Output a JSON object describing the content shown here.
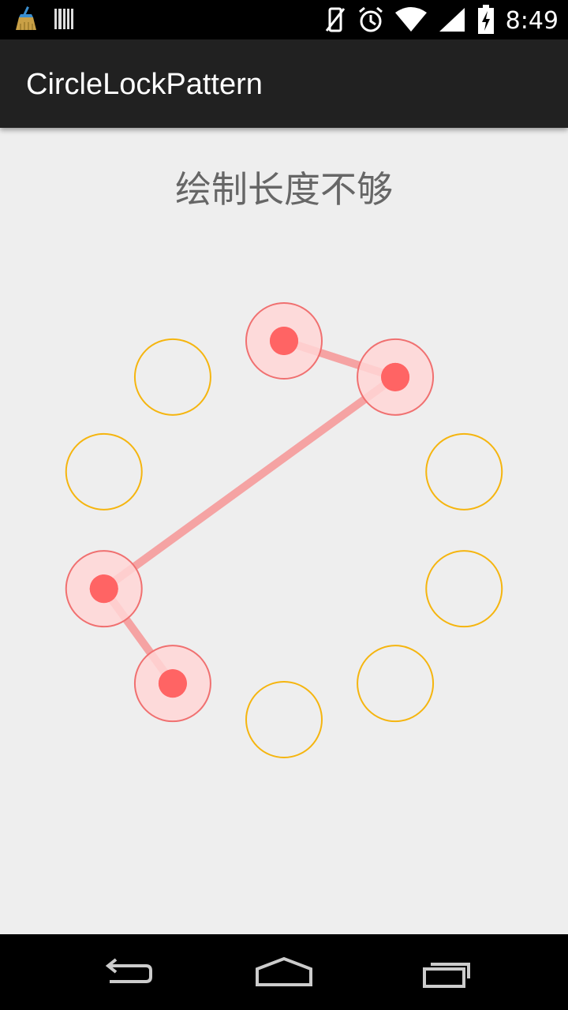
{
  "status_bar": {
    "time": "8:49",
    "icons": [
      "cleaner-app-icon",
      "barcode-icon",
      "vibrate-off-icon",
      "alarm-icon",
      "wifi-icon",
      "signal-icon",
      "battery-charging-icon"
    ]
  },
  "app_bar": {
    "title": "CircleLockPattern"
  },
  "lock": {
    "message": "绘制长度不够",
    "colors": {
      "idle_ring": "#f5b50f",
      "selected_ring": "#f07070",
      "selected_fill": "#ffd6d6",
      "selected_dot": "#ff6464",
      "path_line": "#f5a3a3"
    },
    "node_count": 10,
    "selected_sequence": [
      0,
      1,
      7,
      6
    ]
  },
  "nav_bar": {
    "buttons": [
      "back-button",
      "home-button",
      "recents-button"
    ]
  }
}
